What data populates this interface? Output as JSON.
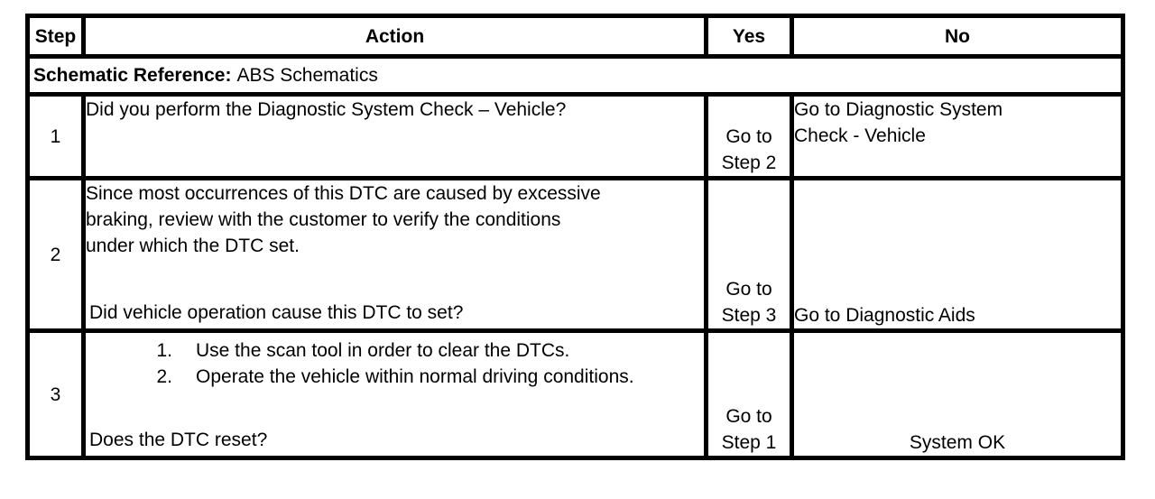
{
  "table": {
    "headers": {
      "step": "Step",
      "action": "Action",
      "yes": "Yes",
      "no": "No"
    },
    "schematic": {
      "label": "Schematic Reference:",
      "value": "ABS Schematics"
    },
    "rows": [
      {
        "step": "1",
        "action": "Did you perform the Diagnostic System Check – Vehicle?",
        "yes": "Go to\nStep 2",
        "no": "Go to Diagnostic System\nCheck - Vehicle"
      },
      {
        "step": "2",
        "action": "Since most occurrences of this DTC are caused by excessive\nbraking, review with the customer to verify the conditions\nunder which the DTC set.",
        "question": "Did vehicle operation cause this DTC to set?",
        "yes": "Go to\nStep 3",
        "no": "Go to Diagnostic Aids"
      },
      {
        "step": "3",
        "list": [
          {
            "num": "1.",
            "text": "Use the scan tool in order to clear the DTCs."
          },
          {
            "num": "2.",
            "text": "Operate the vehicle within normal driving conditions."
          }
        ],
        "question": "Does the DTC reset?",
        "yes": "Go to\nStep 1",
        "no": "System OK"
      }
    ]
  }
}
